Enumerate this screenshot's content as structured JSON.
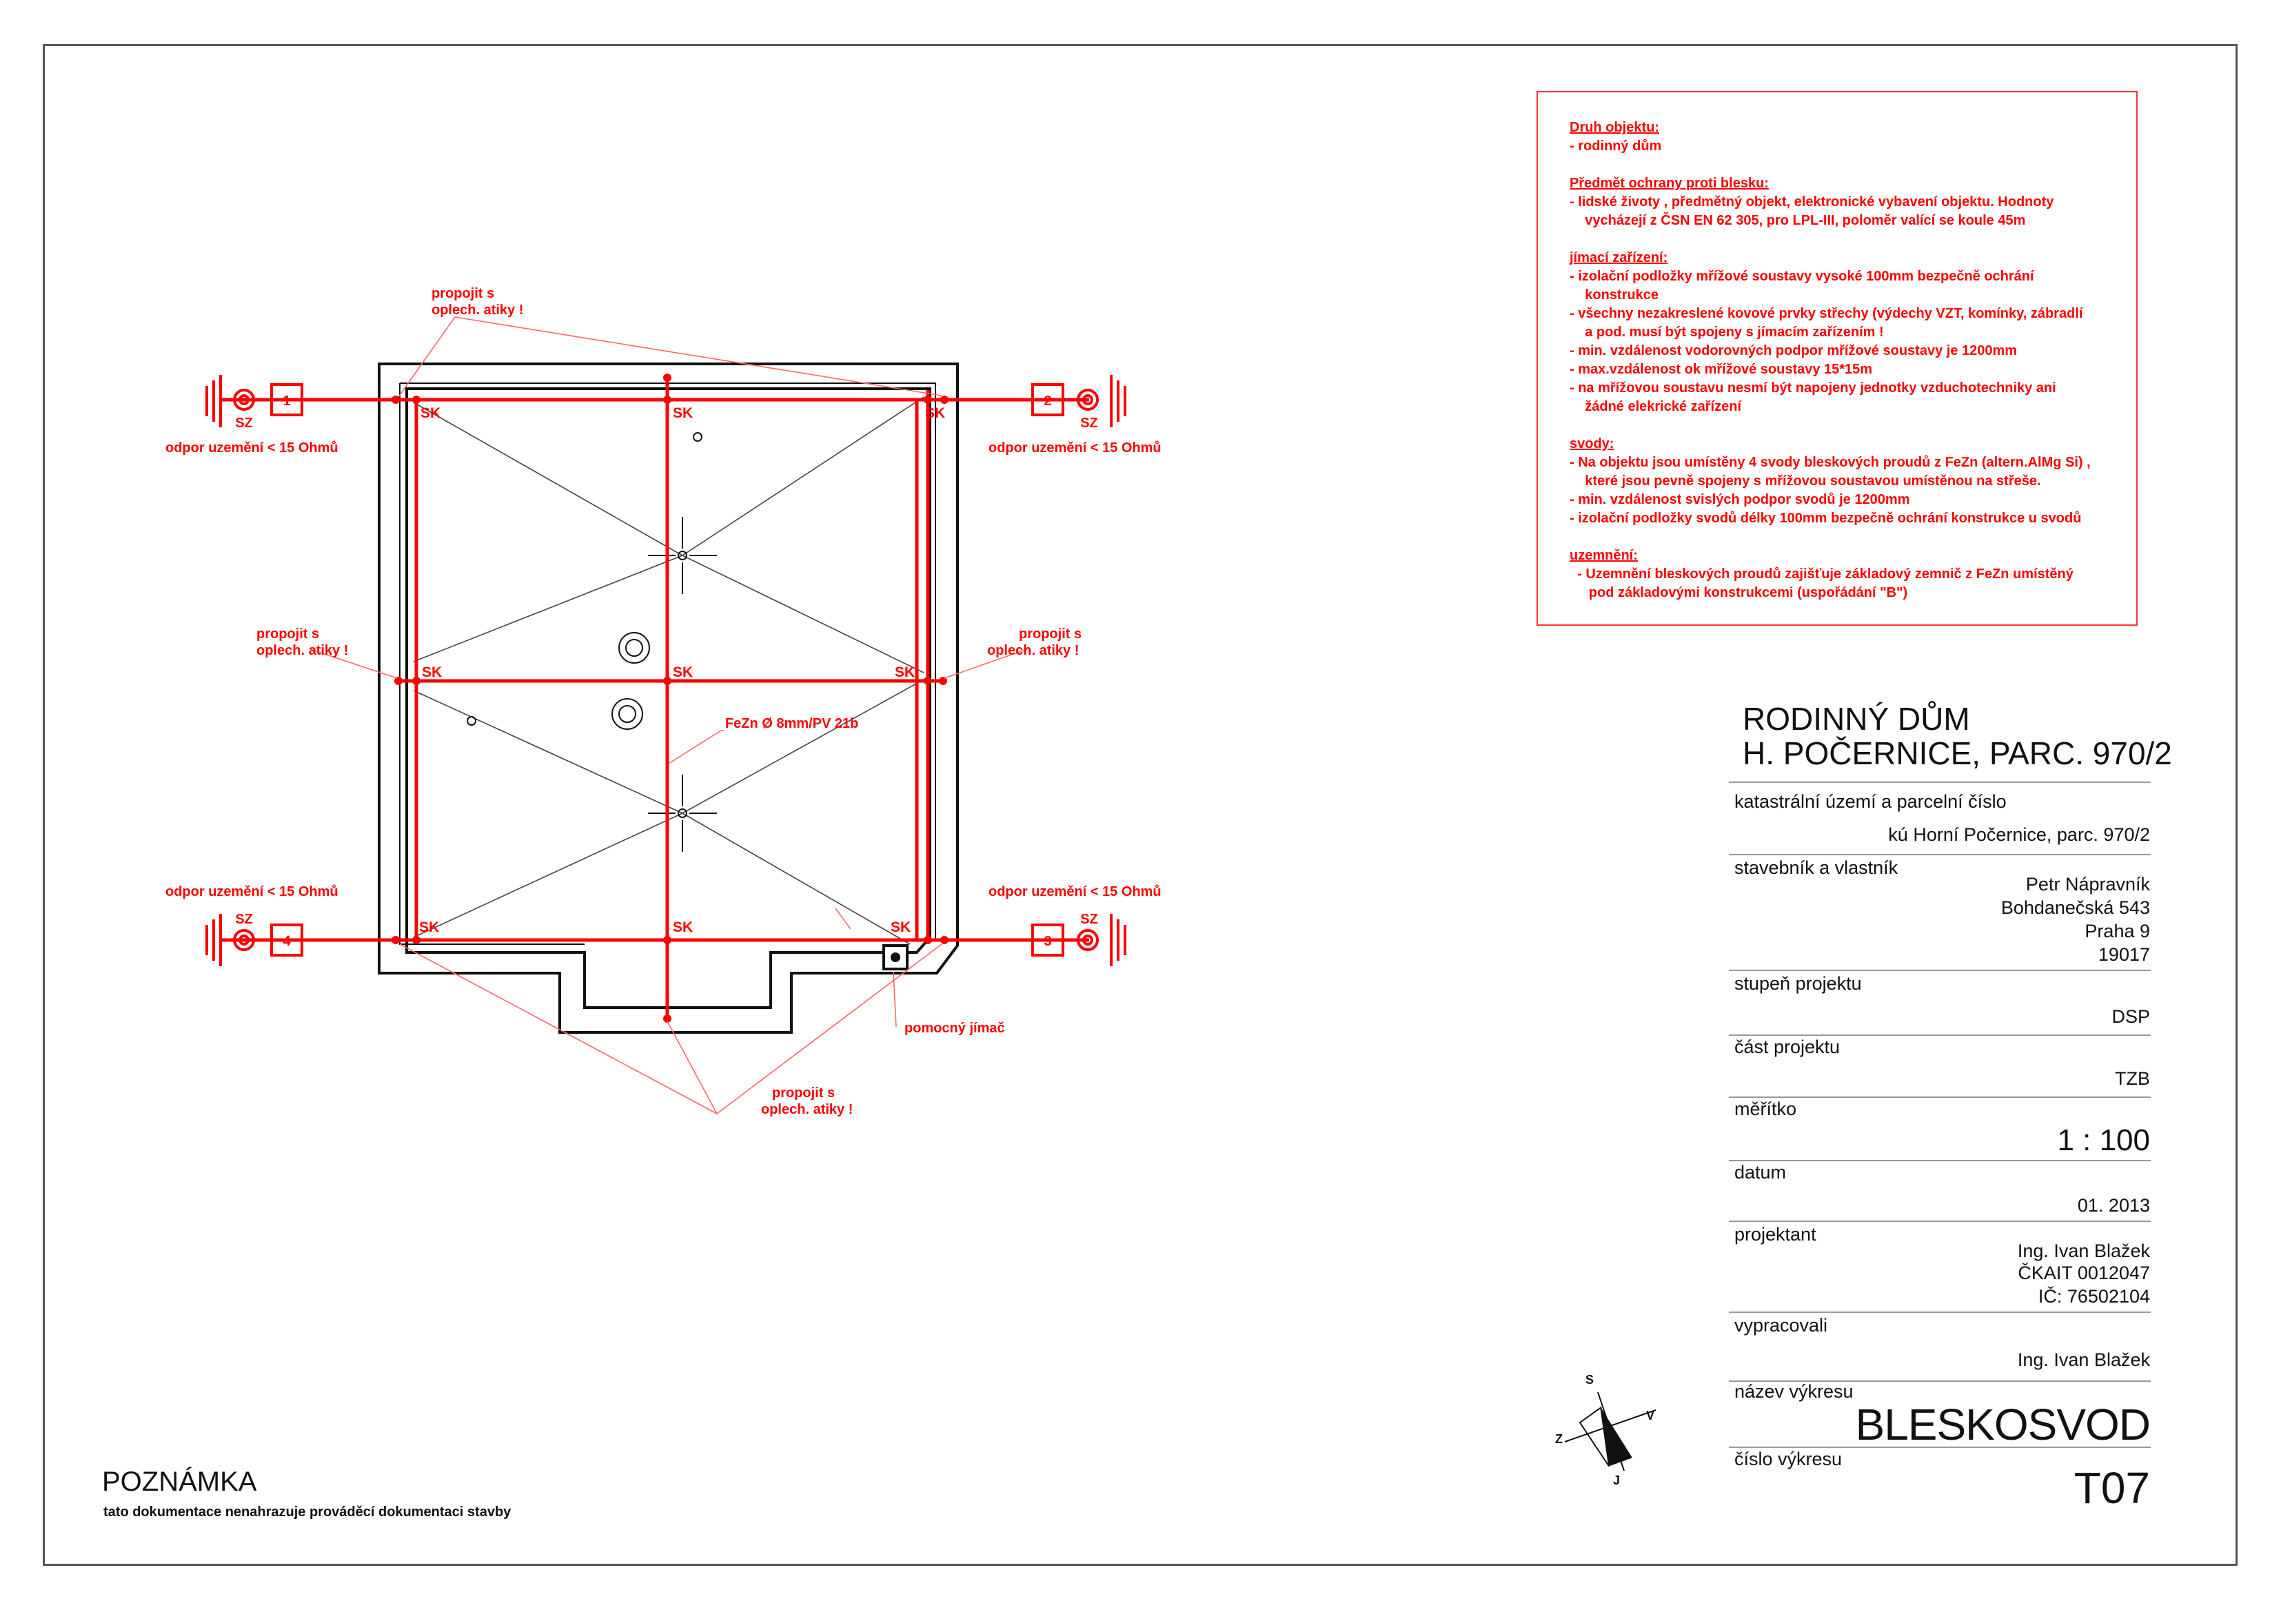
{
  "notes": {
    "druh_title": "Druh objektu:",
    "druh_line": "- rodinný dům",
    "predmet_title": "Předmět ochrany proti blesku:",
    "predmet_l1": "- lidské životy , předmětný objekt, elektronické vybavení objektu. Hodnoty",
    "predmet_l2": "    vycházejí z ČSN EN 62 305, pro LPL-III, poloměr valící se koule 45m",
    "jimaci_title": "jímací zařízení:",
    "jimaci_l1": "- izolační podložky mřížové soustavy vysoké 100mm bezpečně ochrání",
    "jimaci_l2": "    konstrukce",
    "jimaci_l3": "- všechny nezakreslené kovové prvky střechy (výdechy VZT, komínky, zábradlí",
    "jimaci_l4": "    a pod. musí být spojeny s jímacím zařízením !",
    "jimaci_l5": "- min. vzdálenost vodorovných podpor mřížové soustavy je 1200mm",
    "jimaci_l6": "- max.vzdálenost ok mřížové soustavy 15*15m",
    "jimaci_l7": "- na mřížovou soustavu nesmí být napojeny jednotky vzduchotechniky ani",
    "jimaci_l8": "    žádné elekrické zařízení",
    "svody_title": "svody:",
    "svody_l1": "- Na objektu jsou umístěny 4 svody bleskových proudů z FeZn (altern.AlMg Si) ,",
    "svody_l2": "    které jsou pevně spojeny s mřížovou soustavou umístěnou na střeše.",
    "svody_l3": "- min. vzdálenost svislých podpor svodů je 1200mm",
    "svody_l4": "- izolační podložky svodů délky 100mm bezpečně ochrání konstrukce u svodů",
    "uzemneni_title": "uzemnění:",
    "uzemneni_l1": "  - Uzemnění bleskových proudů zajišťuje základový zemnič z FeZn umístěný",
    "uzemneni_l2": "     pod základovými konstrukcemi (uspořádání \"B\")"
  },
  "titleblock": {
    "title_l1": "RODINNÝ DŮM",
    "title_l2": "H. POČERNICE, PARC. 970/2",
    "katastr_label": "katastrální území a parcelní číslo",
    "katastr_value": "kú Horní Počernice, parc. 970/2",
    "stavebnik_label": "stavebník a vlastník",
    "stavebnik_name": "Petr Nápravník",
    "stavebnik_street": "Bohdanečská 543",
    "stavebnik_city": "Praha 9",
    "stavebnik_zip": "19017",
    "stupen_label": "stupeň projektu",
    "stupen_value": "DSP",
    "cast_label": "část projektu",
    "cast_value": "TZB",
    "meritko_label": "měřítko",
    "meritko_value": "1 : 100",
    "datum_label": "datum",
    "datum_value": "01. 2013",
    "projektant_label": "projektant",
    "projektant_name": "Ing. Ivan Blažek",
    "projektant_ckait": "ČKAIT 0012047",
    "projektant_ic": "IČ: 76502104",
    "vypracovali_label": "vypracovali",
    "vypracovali_value": "Ing. Ivan Blažek",
    "nazev_label": "název výkresu",
    "nazev_value": "BLESKOSVOD",
    "cislo_label": "číslo výkresu",
    "cislo_value": "T07"
  },
  "compass": {
    "s": "S",
    "j": "J",
    "z": "Z",
    "v": "V"
  },
  "plan": {
    "sk": "SK",
    "sz": "SZ",
    "propojit_l1": "propojit s",
    "propojit_l2": "oplech. atiky !",
    "odpor": "odpor uzemění < 15 Ohmů",
    "fezn": "FeZn Ø 8mm/PV 21b",
    "pomocny": "pomocný jímač",
    "svod1": "1",
    "svod2": "2",
    "svod3": "3",
    "svod4": "4"
  },
  "poznamka": {
    "title": "POZNÁMKA",
    "text": "tato dokumentace nenahrazuje prováděcí dokumentaci stavby"
  },
  "colors": {
    "red": "#ff0000",
    "line": "#111111",
    "thin": "#444444"
  }
}
